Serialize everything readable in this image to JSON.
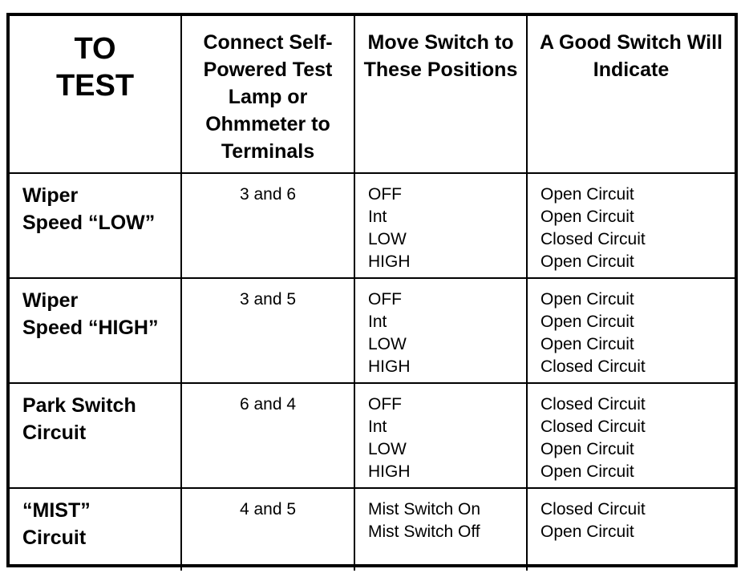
{
  "header": {
    "to_test_line1": "TO",
    "to_test_line2": "TEST",
    "connect": "Connect Self-Powered Test Lamp or Ohmmeter to Terminals",
    "move": "Move Switch to These Positions",
    "good": "A Good Switch Will Indicate"
  },
  "rows": [
    {
      "test_line1": "Wiper",
      "test_line2": "Speed “LOW”",
      "terminals": "3 and 6",
      "positions": [
        "OFF",
        "Int",
        "LOW",
        "HIGH"
      ],
      "results": [
        "Open Circuit",
        "Open Circuit",
        "Closed Circuit",
        "Open Circuit"
      ]
    },
    {
      "test_line1": "Wiper",
      "test_line2": "Speed “HIGH”",
      "terminals": "3 and 5",
      "positions": [
        "OFF",
        "Int",
        "LOW",
        "HIGH"
      ],
      "results": [
        "Open Circuit",
        "Open Circuit",
        "Open Circuit",
        "Closed Circuit"
      ]
    },
    {
      "test_line1": "Park Switch",
      "test_line2": "Circuit",
      "terminals": "6 and 4",
      "positions": [
        "OFF",
        "Int",
        "LOW",
        "HIGH"
      ],
      "results": [
        "Closed Circuit",
        "Closed Circuit",
        "Open Circuit",
        "Open Circuit"
      ]
    },
    {
      "test_line1": "“MIST”",
      "test_line2": "Circuit",
      "terminals": "4 and 5",
      "positions": [
        "Mist Switch On",
        "Mist Switch Off"
      ],
      "results": [
        "Closed Circuit",
        "Open Circuit"
      ]
    }
  ]
}
